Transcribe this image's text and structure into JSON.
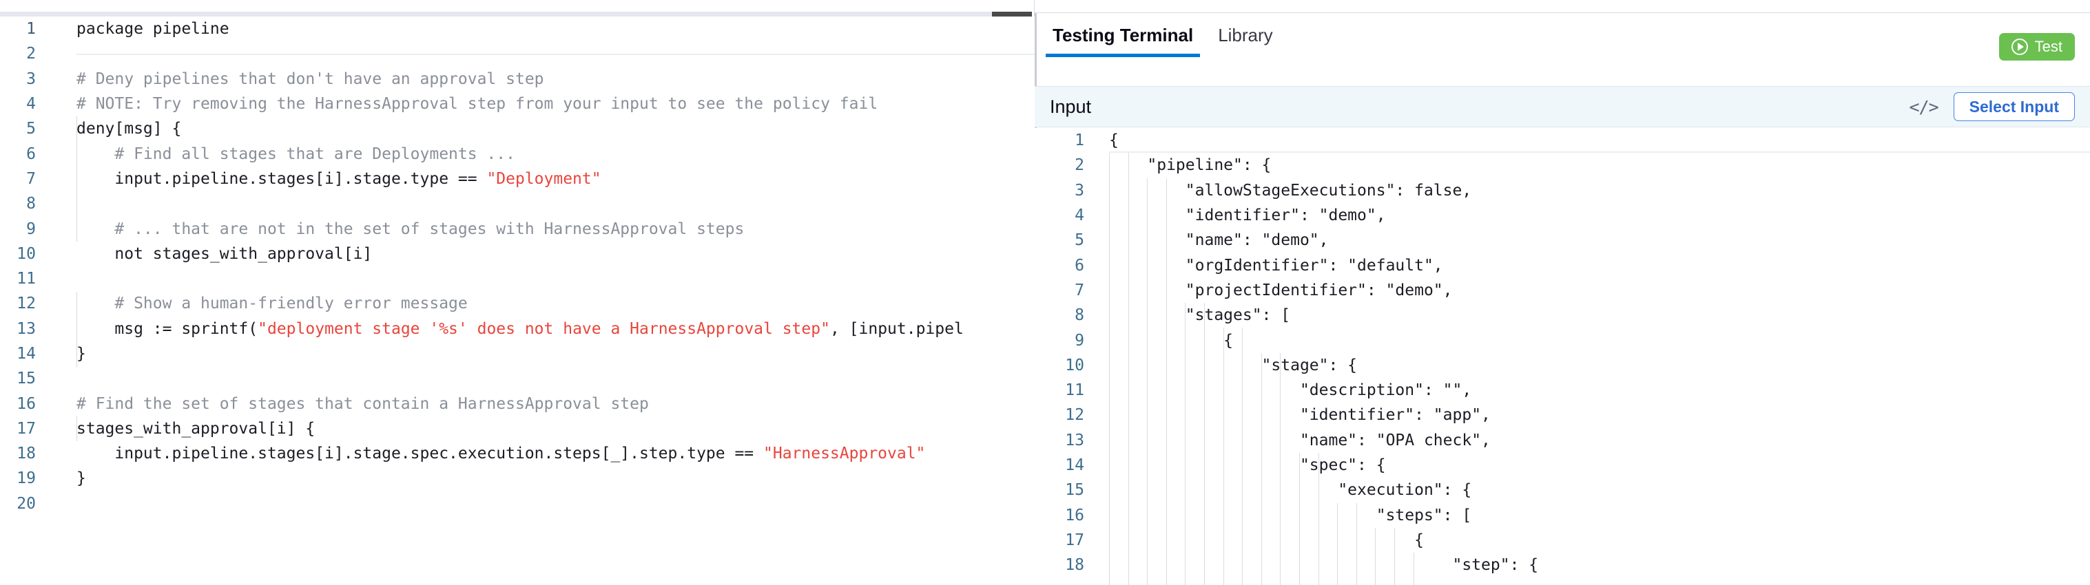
{
  "editor": {
    "name": "policy-editor",
    "language": "rego",
    "total_lines": 20,
    "lines": [
      {
        "n": "1",
        "segments": [
          {
            "t": "package pipeline",
            "c": "plain"
          }
        ]
      },
      {
        "n": "2",
        "segments": []
      },
      {
        "n": "3",
        "segments": [
          {
            "t": "# Deny pipelines that don't have an approval step",
            "c": "comment"
          }
        ]
      },
      {
        "n": "4",
        "segments": [
          {
            "t": "# NOTE: Try removing the HarnessApproval step from your input to see the policy fail",
            "c": "comment"
          }
        ]
      },
      {
        "n": "5",
        "segments": [
          {
            "t": "deny[msg] {",
            "c": "plain"
          }
        ]
      },
      {
        "n": "6",
        "segments": [
          {
            "t": "    # Find all stages that are Deployments ...",
            "c": "comment"
          }
        ]
      },
      {
        "n": "7",
        "segments": [
          {
            "t": "    input.pipeline.stages[i].stage.type == ",
            "c": "plain"
          },
          {
            "t": "\"Deployment\"",
            "c": "string"
          }
        ]
      },
      {
        "n": "8",
        "segments": []
      },
      {
        "n": "9",
        "segments": [
          {
            "t": "    # ... that are not in the set of stages with HarnessApproval steps",
            "c": "comment"
          }
        ]
      },
      {
        "n": "10",
        "segments": [
          {
            "t": "    not stages_with_approval[i]",
            "c": "plain"
          }
        ]
      },
      {
        "n": "11",
        "segments": []
      },
      {
        "n": "12",
        "segments": [
          {
            "t": "    # Show a human-friendly error message",
            "c": "comment"
          }
        ]
      },
      {
        "n": "13",
        "segments": [
          {
            "t": "    msg := sprintf(",
            "c": "plain"
          },
          {
            "t": "\"deployment stage '%s' does not have a HarnessApproval step\"",
            "c": "string"
          },
          {
            "t": ", [input.pipel",
            "c": "plain"
          }
        ]
      },
      {
        "n": "14",
        "segments": [
          {
            "t": "}",
            "c": "plain"
          }
        ]
      },
      {
        "n": "15",
        "segments": []
      },
      {
        "n": "16",
        "segments": [
          {
            "t": "# Find the set of stages that contain a HarnessApproval step",
            "c": "comment"
          }
        ]
      },
      {
        "n": "17",
        "segments": [
          {
            "t": "stages_with_approval[i] {",
            "c": "plain"
          }
        ]
      },
      {
        "n": "18",
        "segments": [
          {
            "t": "    input.pipeline.stages[i].stage.spec.execution.steps[_].step.type == ",
            "c": "plain"
          },
          {
            "t": "\"HarnessApproval\"",
            "c": "string"
          }
        ]
      },
      {
        "n": "19",
        "segments": [
          {
            "t": "}",
            "c": "plain"
          }
        ]
      },
      {
        "n": "20",
        "segments": []
      }
    ]
  },
  "terminal": {
    "tabs": [
      {
        "label": "Testing Terminal",
        "active": true
      },
      {
        "label": "Library",
        "active": false
      }
    ],
    "test_button": {
      "label": "Test",
      "icon": "play-circle-icon",
      "color": "#6bc050"
    },
    "input_section": {
      "title": "Input",
      "code_icon": "</>",
      "select_input_label": "Select Input",
      "accent_color": "#2f6ad1",
      "header_bg": "#eff7fb"
    },
    "json_total_lines": 18,
    "json_lines": [
      {
        "n": "1",
        "text": "{"
      },
      {
        "n": "2",
        "text": "    \"pipeline\": {"
      },
      {
        "n": "3",
        "text": "        \"allowStageExecutions\": false,"
      },
      {
        "n": "4",
        "text": "        \"identifier\": \"demo\","
      },
      {
        "n": "5",
        "text": "        \"name\": \"demo\","
      },
      {
        "n": "6",
        "text": "        \"orgIdentifier\": \"default\","
      },
      {
        "n": "7",
        "text": "        \"projectIdentifier\": \"demo\","
      },
      {
        "n": "8",
        "text": "        \"stages\": ["
      },
      {
        "n": "9",
        "text": "            {"
      },
      {
        "n": "10",
        "text": "                \"stage\": {"
      },
      {
        "n": "11",
        "text": "                    \"description\": \"\","
      },
      {
        "n": "12",
        "text": "                    \"identifier\": \"app\","
      },
      {
        "n": "13",
        "text": "                    \"name\": \"OPA check\","
      },
      {
        "n": "14",
        "text": "                    \"spec\": {"
      },
      {
        "n": "15",
        "text": "                        \"execution\": {"
      },
      {
        "n": "16",
        "text": "                            \"steps\": ["
      },
      {
        "n": "17",
        "text": "                                {"
      },
      {
        "n": "18",
        "text": "                                    \"step\": {"
      }
    ]
  },
  "colors": {
    "line_number": "#3e6e8e",
    "comment": "#8a8f98",
    "string": "#e8453c",
    "plain": "#1c1c24",
    "tab_active_underline": "#0278d5",
    "test_green": "#6bc050",
    "select_blue": "#2f6ad1"
  }
}
